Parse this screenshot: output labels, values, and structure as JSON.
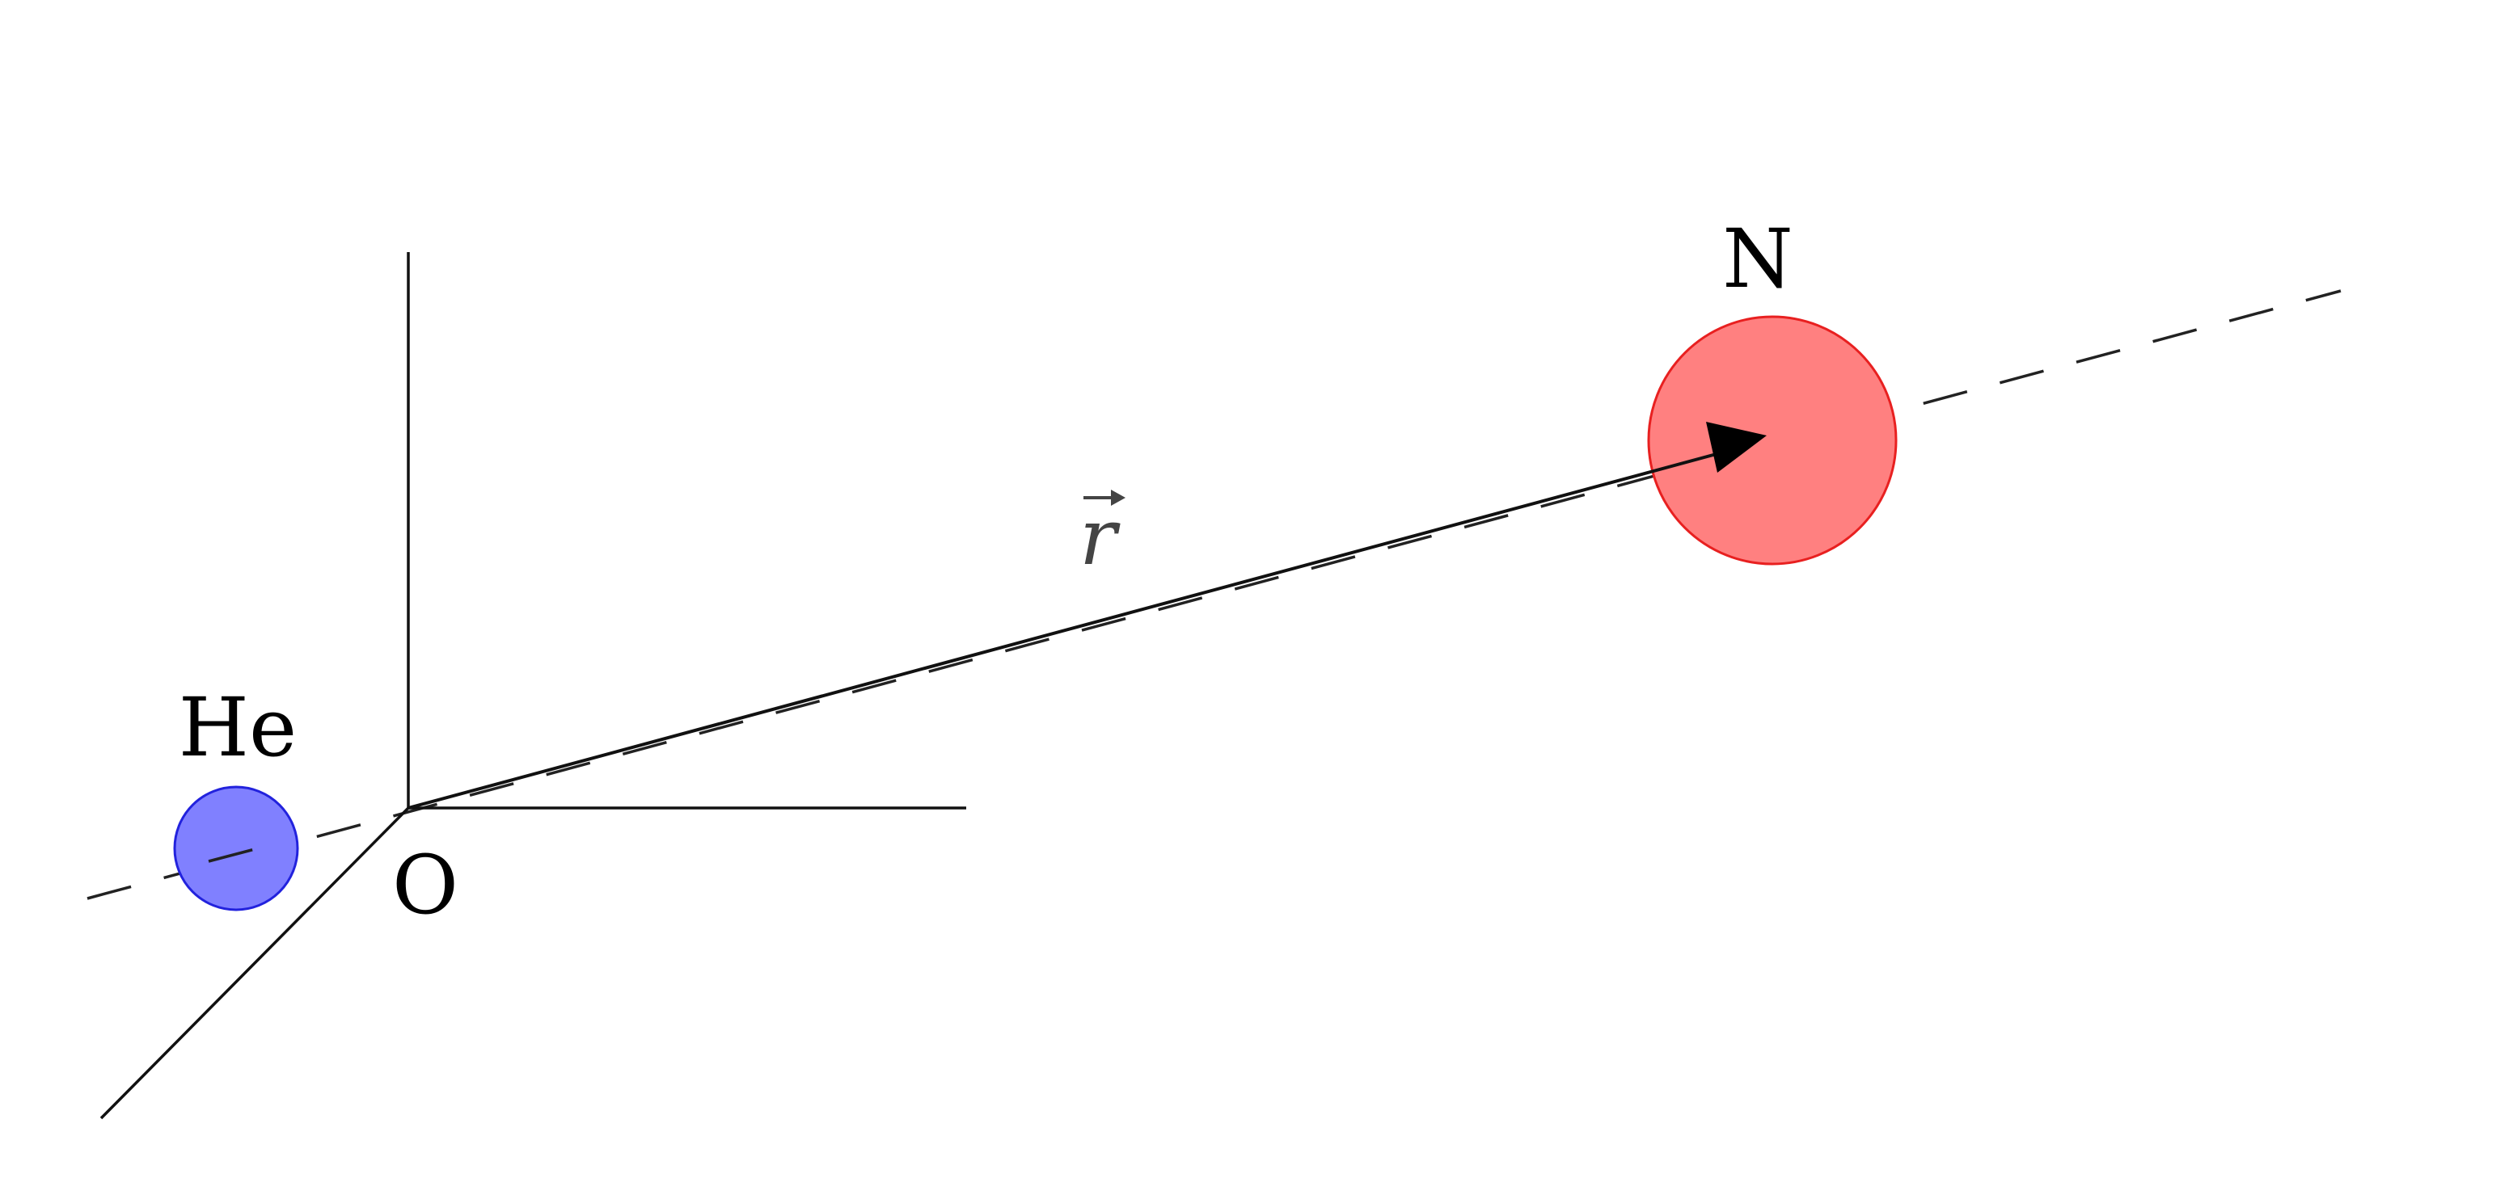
{
  "labels": {
    "helium": "He",
    "nitrogen": "N",
    "origin": "O",
    "vector": "r"
  },
  "colors": {
    "helium_fill": "#8080ff",
    "helium_stroke": "#2222dd",
    "nitrogen_fill": "#ff8080",
    "nitrogen_stroke": "#e82020",
    "line": "#111111"
  }
}
